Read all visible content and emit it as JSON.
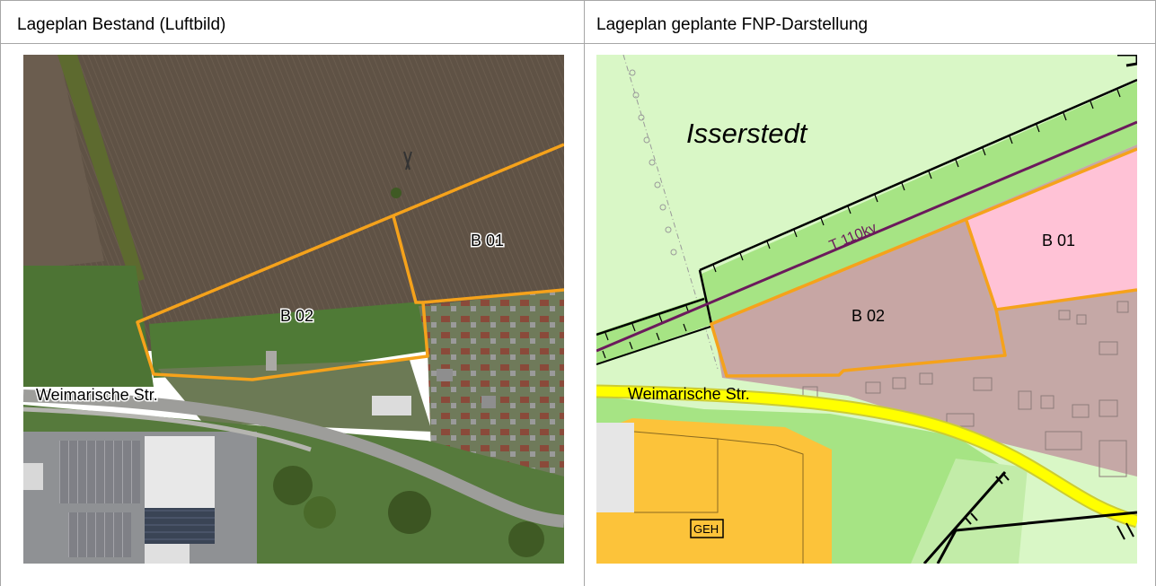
{
  "left_panel": {
    "header": "Lageplan Bestand (Luftbild)",
    "labels": {
      "b01": "B 01",
      "b02": "B 02",
      "street": "Weimarische Str."
    },
    "colors": {
      "boundary": "#f5a21b",
      "field": "#5e5044",
      "meadow": "#5a7a3a"
    }
  },
  "right_panel": {
    "header": "Lageplan geplante FNP-Darstellung",
    "labels": {
      "place": "Isserstedt",
      "powerline": "T  110kv",
      "b01": "B 01",
      "b02": "B 02",
      "street": "Weimarische Str.",
      "zone": "GEH"
    },
    "colors": {
      "agriculture": "#d9f7c6",
      "green_corridor": "#a6e484",
      "b01_fill": "#ffc2d6",
      "b02_fill": "#c7a6a4",
      "residential": "#c5a8a6",
      "commercial": "#fcc33a",
      "street": "#ffff00",
      "powerline": "#6b1a5c",
      "boundary": "#f5a21b"
    }
  }
}
